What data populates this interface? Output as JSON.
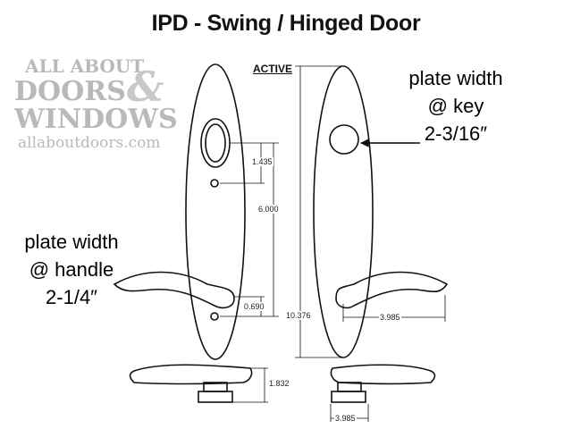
{
  "title": "IPD - Swing / Hinged Door",
  "watermark": {
    "line1": "ALL ABOUT",
    "line2": "DOORS",
    "ampersand": "&",
    "line3": "WINDOWS",
    "line4": "allaboutdoors.com"
  },
  "label_active": "ACTIVE",
  "callout_key": {
    "line1": "plate width",
    "line2": "@ key",
    "line3": "2-3/16″"
  },
  "callout_handle": {
    "line1": "plate width",
    "line2": "@ handle",
    "line3": "2-1/4″"
  },
  "dimensions": {
    "cyl_to_screw": "1.435",
    "screw_to_screw": "6.000",
    "handle_to_screw": "0.690",
    "overall_height": "10.376",
    "lever_length": "3.985",
    "projection": "1.832",
    "bottom_lever_length": "3.985"
  },
  "colors": {
    "line": "#111111",
    "watermark": "#b9b9b9"
  }
}
